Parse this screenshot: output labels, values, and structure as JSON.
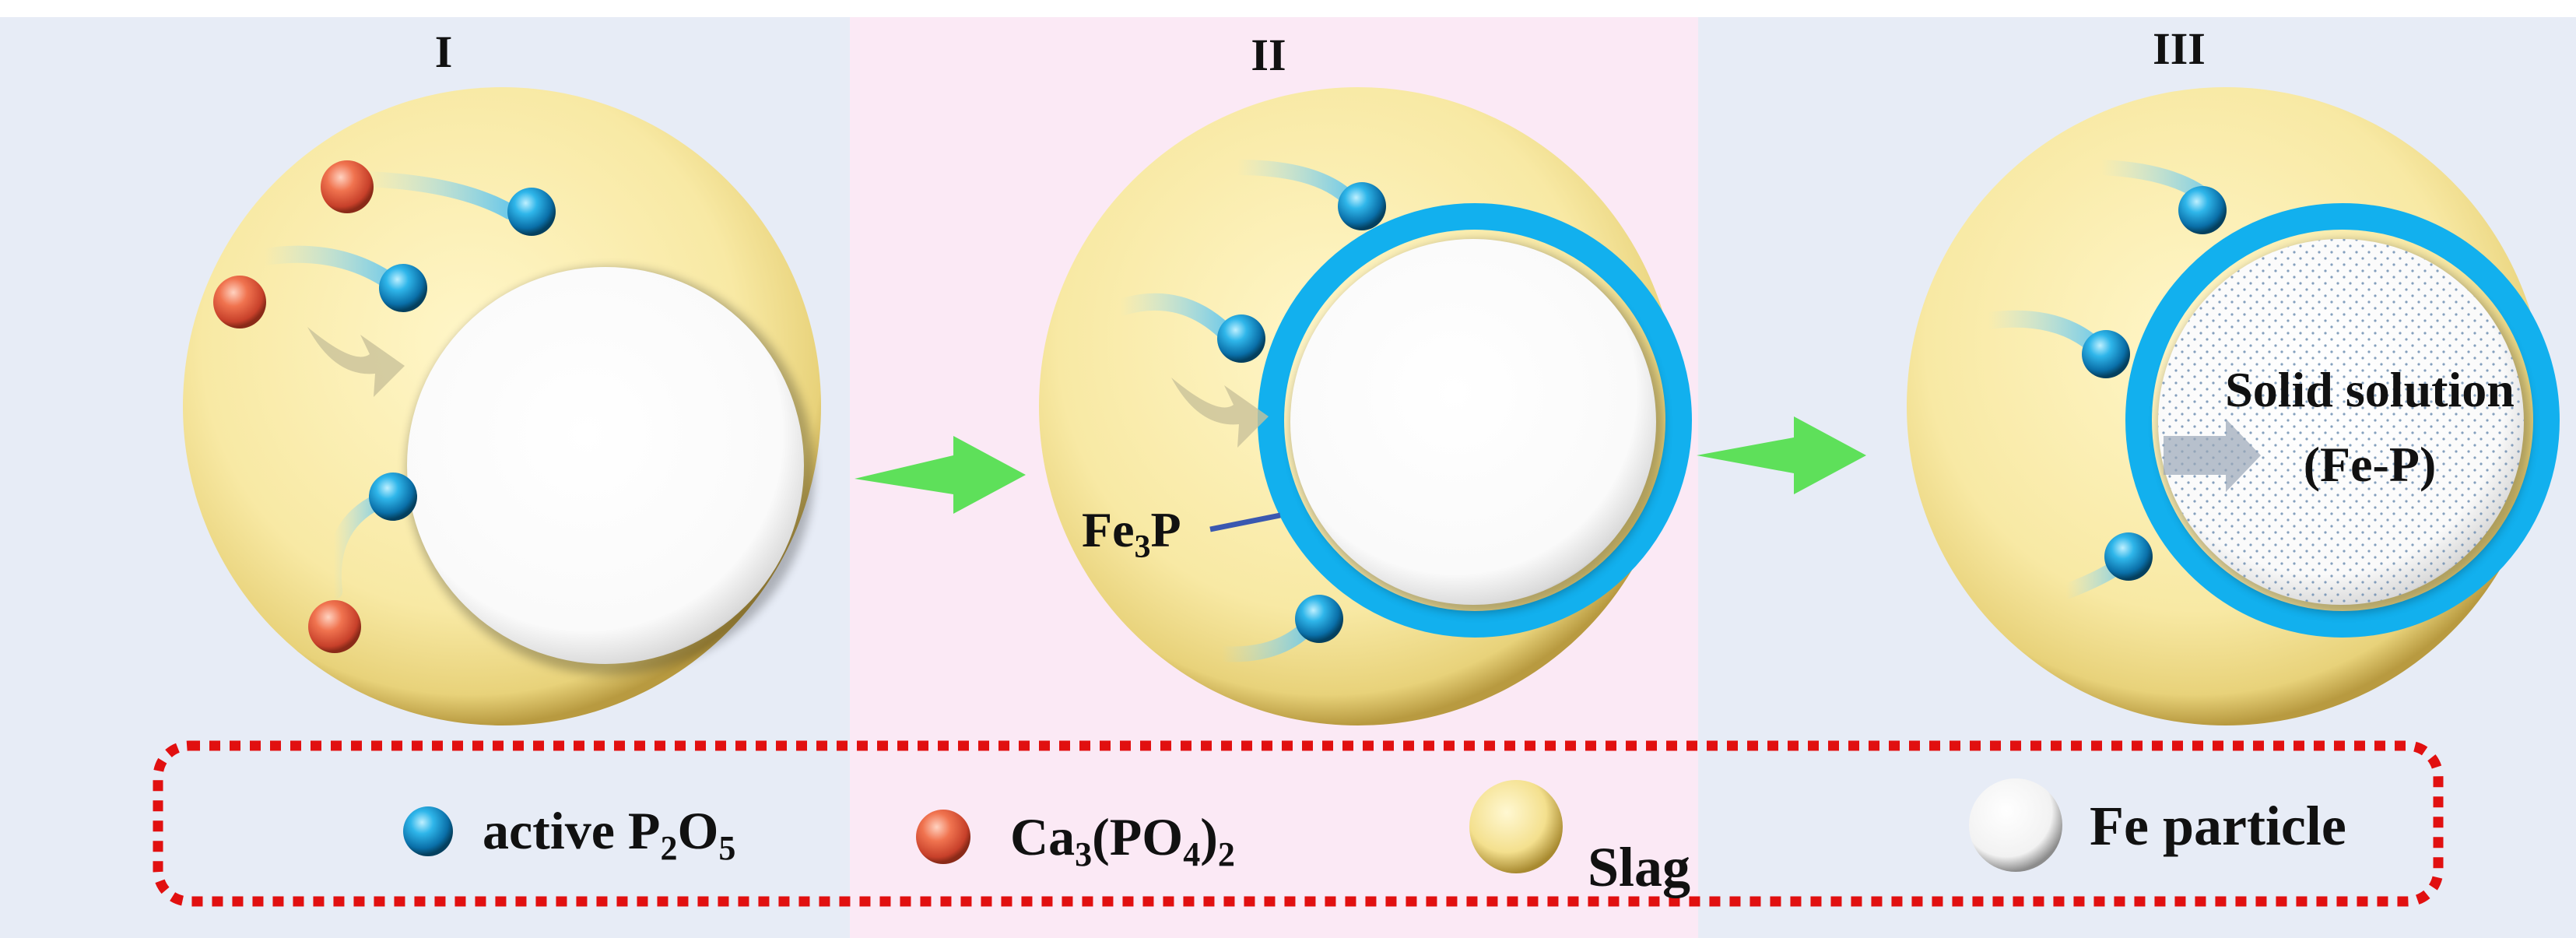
{
  "panels": [
    {
      "label": "I"
    },
    {
      "label": "II",
      "fe3p_label": "Fe",
      "fe3p_sub": "3",
      "fe3p_tail": "P"
    },
    {
      "label": "III",
      "solid_line1": "Solid solution",
      "solid_line2": "(Fe-P)"
    }
  ],
  "legend": {
    "p2o5_text": "active P",
    "p2o5_sub1": "2",
    "p2o5_mid": "O",
    "p2o5_sub2": "5",
    "ca_text": "Ca",
    "ca_sub1": "3",
    "ca_mid": "(PO",
    "ca_sub2": "4",
    "ca_tail": ")",
    "ca_sub3": "2",
    "slag_text": "Slag",
    "fe_text": "Fe particle"
  },
  "icons": {
    "p2o5": "blue-sphere-icon",
    "ca3po42": "red-sphere-icon",
    "slag": "yellow-sphere-icon",
    "fe": "white-sphere-icon",
    "arrow": "green-arrow-icon"
  },
  "colors": {
    "panel1_bg": "#e7ecf6",
    "panel2_bg": "#fbe9f5",
    "panel3_bg": "#e7ecf6",
    "slag": "#f8eaa8",
    "p2o5": "#1aa3d9",
    "ca3po42": "#e8583a",
    "fe3p_shell": "#12b0ee",
    "arrow": "#5ee05a",
    "legend_border": "#e11010"
  }
}
